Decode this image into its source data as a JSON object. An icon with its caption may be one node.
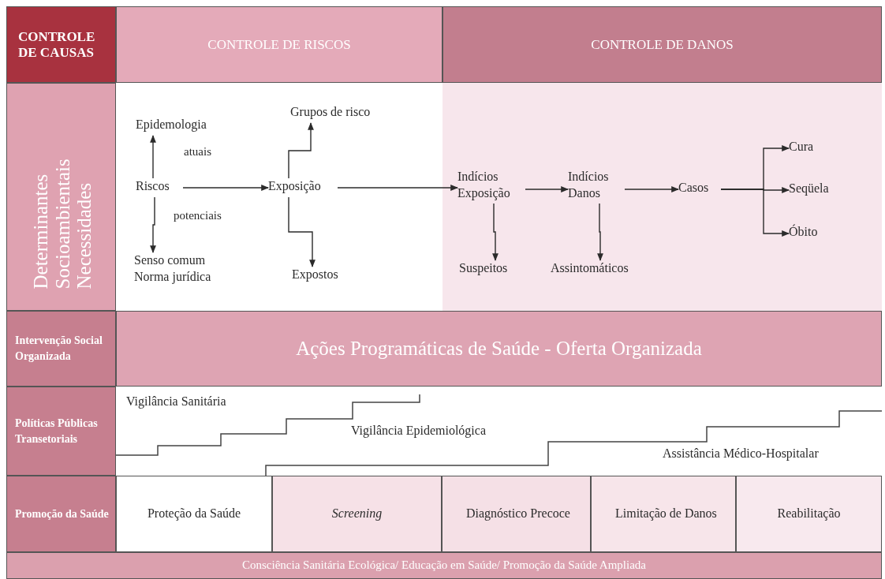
{
  "diagram": {
    "nodes": [
      {
        "text": [
          "CONTROLE DE CAUSAS"
        ]
      },
      {
        "text": [
          "CONTROLE DE RISCOS"
        ]
      },
      {
        "text": [
          "CONTROLE DE DANOS"
        ]
      },
      {
        "text": [
          "Determinantes Socioambientais Necessidades"
        ]
      },
      {
        "text": [
          "Epidemologia"
        ]
      },
      {
        "text": [
          "Grupos de risco"
        ]
      },
      {
        "text": [
          "Riscos"
        ]
      },
      {
        "text": [
          "Exposição"
        ]
      },
      {
        "text": [
          "Indícios Exposição"
        ]
      },
      {
        "text": [
          "Indícios Danos"
        ]
      },
      {
        "text": [
          "Casos"
        ]
      },
      {
        "text": [
          "Cura"
        ]
      },
      {
        "text": [
          "Seqüela"
        ]
      },
      {
        "text": [
          "Óbito"
        ]
      },
      {
        "text": [
          "Senso comum Norma jurídica"
        ]
      },
      {
        "text": [
          "Expostos"
        ]
      },
      {
        "text": [
          "Suspeitos"
        ]
      },
      {
        "text": [
          "Assintomáticos"
        ]
      },
      {
        "text": [
          "Intervenção Social Organizada"
        ]
      },
      {
        "text": [
          "Ações Programáticas de Saúde - Oferta Organizada"
        ]
      },
      {
        "text": [
          "Políticas Públicas Transetoriais"
        ]
      },
      {
        "text": [
          "Promoção da Saúde"
        ]
      },
      {
        "text": [
          "Proteção da Saúde"
        ]
      },
      {
        "text": [
          "Screening"
        ]
      },
      {
        "text": [
          "Diagnóstico Precoce"
        ]
      },
      {
        "text": [
          "Limitação de Danos"
        ]
      },
      {
        "text": [
          "Reabilitação"
        ]
      },
      {
        "text": [
          "Consciência Sanitária Ecológica/ Educação em Saúde/ Promoção da Saúde Ampliada"
        ]
      }
    ],
    "edges": [
      {
        "from": 6,
        "to": 4,
        "arrow": "to",
        "label": "atuais"
      },
      {
        "from": 6,
        "to": 14,
        "arrow": "to",
        "label": "potenciais"
      },
      {
        "from": 6,
        "to": 7,
        "arrow": "to"
      },
      {
        "from": 7,
        "to": 5,
        "arrow": "to"
      },
      {
        "from": 7,
        "to": 15,
        "arrow": "to"
      },
      {
        "from": 7,
        "to": 8,
        "arrow": "to"
      },
      {
        "from": 8,
        "to": 9,
        "arrow": "to"
      },
      {
        "from": 8,
        "to": 16,
        "arrow": "to"
      },
      {
        "from": 9,
        "to": 10,
        "arrow": "to"
      },
      {
        "from": 9,
        "to": 17,
        "arrow": "to"
      },
      {
        "from": 10,
        "to": 11,
        "arrow": "to"
      },
      {
        "from": 10,
        "to": 12,
        "arrow": "to"
      },
      {
        "from": 10,
        "to": 13,
        "arrow": "to"
      }
    ],
    "labels": [
      "Vigilância Sanitária",
      "Vigilância Epidemiológica",
      "Assistância Médico-Hospitalar"
    ]
  }
}
